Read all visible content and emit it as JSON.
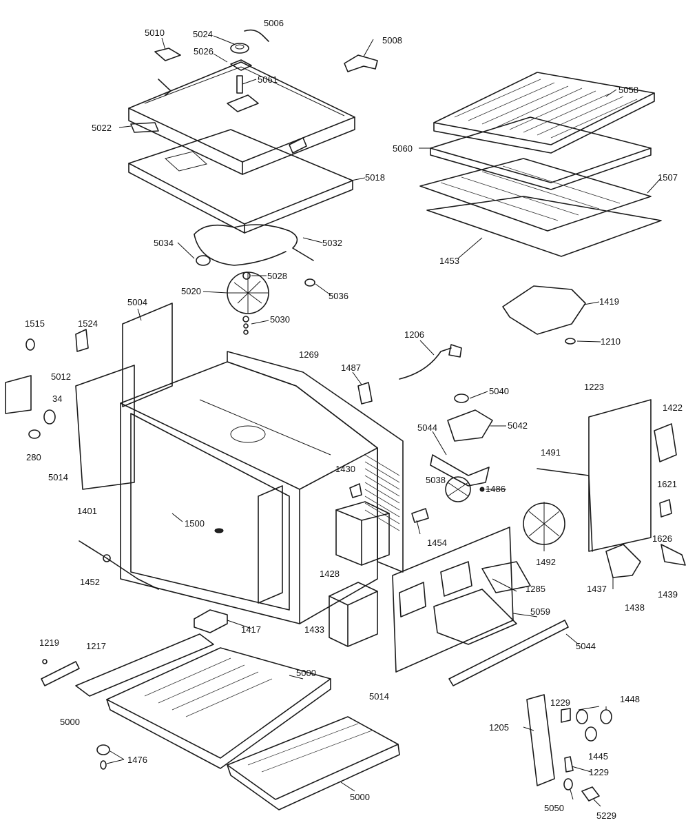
{
  "labels": {
    "p5006": "5006",
    "p5010": "5010",
    "p5024": "5024",
    "p5026": "5026",
    "p5008": "5008",
    "p5061": "5061",
    "p5022": "5022",
    "p5018": "5018",
    "p5058": "5058",
    "p5060": "5060",
    "p1507": "1507",
    "p1453": "1453",
    "p5034": "5034",
    "p5032": "5032",
    "p5028": "5028",
    "p5036": "5036",
    "p5020": "5020",
    "p5030": "5030",
    "p1419": "1419",
    "p1210": "1210",
    "p5004": "5004",
    "p1515": "1515",
    "p1524": "1524",
    "p1269": "1269",
    "p1206": "1206",
    "p1487": "1487",
    "p5012": "5012",
    "p34": "34",
    "p280": "280",
    "p5040": "5040",
    "p1223": "1223",
    "p1422": "1422",
    "p5044a": "5044",
    "p5042": "5042",
    "p1491": "1491",
    "p5014a": "5014",
    "p1430": "1430",
    "p5038": "5038",
    "p1486": "1486",
    "p1621": "1621",
    "p1401": "1401",
    "p1500": "1500",
    "p1454": "1454",
    "p1626": "1626",
    "p1492": "1492",
    "p1452": "1452",
    "p1428": "1428",
    "p1285": "1285",
    "p1437": "1437",
    "p1439": "1439",
    "p1438": "1438",
    "p1417": "1417",
    "p5059": "5059",
    "p1433": "1433",
    "p5044b": "5044",
    "p1219": "1219",
    "p1217": "1217",
    "p5000a": "5000",
    "p5000b": "5000",
    "p5014b": "5014",
    "p1229a": "1229",
    "p1448": "1448",
    "p1205": "1205",
    "p1445": "1445",
    "p1476": "1476",
    "p1229b": "1229",
    "p5000c": "5000",
    "p5050": "5050",
    "p5229": "5229"
  }
}
